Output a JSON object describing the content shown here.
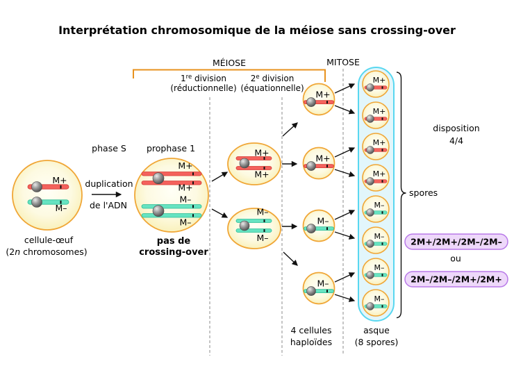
{
  "title": "Interprétation chromosomique de la méiose sans crossing-over",
  "colors": {
    "chromosome_plus": "#f4625c",
    "chromosome_plus_edge": "#d33b34",
    "chromosome_minus": "#66e3c1",
    "chromosome_minus_edge": "#2dbd96",
    "cell_border": "#f0a636",
    "asque_fill": "#e2f6fb",
    "asque_border": "#58d7f0",
    "meiosis_bracket": "#e8921e",
    "crossover_text": "#ee18ae",
    "pill_fill": "#eed8fa",
    "pill_border": "#b879e8",
    "dashed_line": "#a6a6a6",
    "arrow": "#111111"
  },
  "header": {
    "meiose": "MÉIOSE",
    "mitose": "MITOSE",
    "division1": {
      "num": "1",
      "sup": "re",
      "rest": " division",
      "sub": "(réductionnelle)"
    },
    "division2": {
      "num": "2",
      "sup": "e",
      "rest": " division",
      "sub": "(équationnelle)"
    }
  },
  "egg": {
    "phase_label": "phase S",
    "name_line1": "cellule-œuf",
    "caption_pre": "(2",
    "caption_n": "n",
    "caption_post": " chromosomes)"
  },
  "duplication": {
    "line1": "duplication",
    "line2": "de l'ADN"
  },
  "prophase": {
    "label": "prophase 1",
    "warn_line1": "pas de",
    "warn_line2": "crossing-over"
  },
  "labels": {
    "m_plus": "M+",
    "m_minus": "M–"
  },
  "haploid_cells": [
    {
      "label": "M+"
    },
    {
      "label": "M+"
    },
    {
      "label": "M–"
    },
    {
      "label": "M–"
    }
  ],
  "spores": [
    {
      "label": "M+"
    },
    {
      "label": "M+"
    },
    {
      "label": "M+"
    },
    {
      "label": "M+"
    },
    {
      "label": "M–"
    },
    {
      "label": "M–"
    },
    {
      "label": "M–"
    },
    {
      "label": "M–"
    }
  ],
  "footer": {
    "cells_line1": "4 cellules",
    "cells_line2": "haploïdes",
    "asque_line1": "asque",
    "asque_line2": "(8 spores)"
  },
  "right": {
    "disposition_line1": "disposition",
    "disposition_line2": "4/4",
    "spores_label": "spores",
    "or_label": "ou",
    "combo1": "2M+/2M+/2M–/2M–",
    "combo2": "2M–/2M–/2M+/2M+"
  }
}
